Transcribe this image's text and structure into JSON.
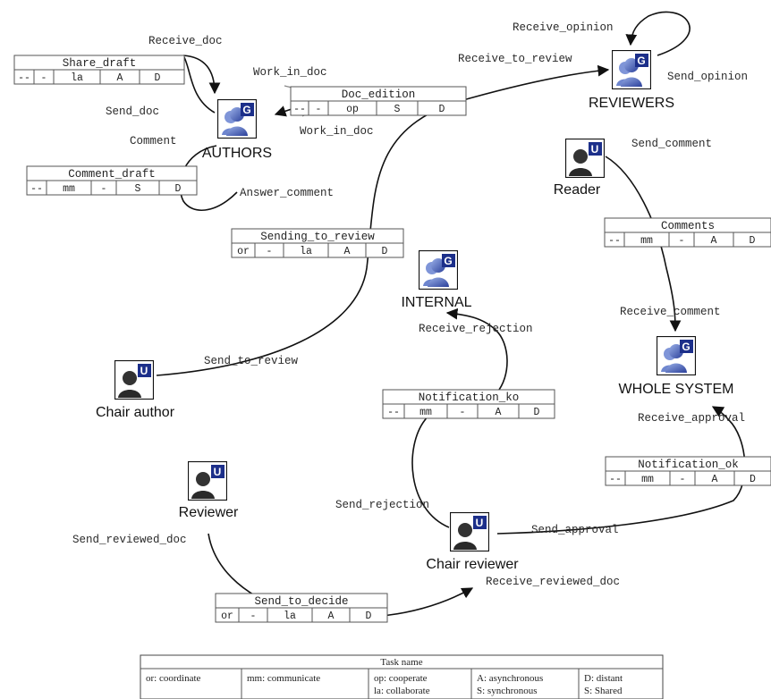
{
  "actors": {
    "authors": "AUTHORS",
    "reviewers": "REVIEWERS",
    "reader": "Reader",
    "internal": "INTERNAL",
    "whole_system": "WHOLE SYSTEM",
    "chair_author": "Chair author",
    "reviewer": "Reviewer",
    "chair_reviewer": "Chair reviewer"
  },
  "icon_letters": {
    "group": "G",
    "user": "U"
  },
  "tasks": [
    {
      "key": "share_draft",
      "name": "Share_draft",
      "cells": [
        "--",
        "-",
        "la",
        "A",
        "D"
      ]
    },
    {
      "key": "doc_edition",
      "name": "Doc_edition",
      "cells": [
        "--",
        "-",
        "op",
        "S",
        "D"
      ]
    },
    {
      "key": "comment_draft",
      "name": "Comment_draft",
      "cells": [
        "--",
        "mm",
        "-",
        "S",
        "D"
      ]
    },
    {
      "key": "sending_to_review",
      "name": "Sending_to_review",
      "cells": [
        "or",
        "-",
        "la",
        "A",
        "D"
      ]
    },
    {
      "key": "comments",
      "name": "Comments",
      "cells": [
        "--",
        "mm",
        "-",
        "A",
        "D"
      ]
    },
    {
      "key": "notification_ko",
      "name": "Notification_ko",
      "cells": [
        "--",
        "mm",
        "-",
        "A",
        "D"
      ]
    },
    {
      "key": "notification_ok",
      "name": "Notification_ok",
      "cells": [
        "--",
        "mm",
        "-",
        "A",
        "D"
      ]
    },
    {
      "key": "send_to_decide",
      "name": "Send_to_decide",
      "cells": [
        "or",
        "-",
        "la",
        "A",
        "D"
      ]
    }
  ],
  "labels": {
    "receive_doc": "Receive_doc",
    "send_doc": "Send_doc",
    "work_in_doc_top": "Work_in_doc",
    "work_in_doc_bottom": "Work_in_doc",
    "comment": "Comment",
    "answer_comment": "Answer_comment",
    "receive_opinion": "Receive_opinion",
    "send_opinion": "Send_opinion",
    "receive_to_review": "Receive_to_review",
    "send_comment": "Send_comment",
    "receive_comment": "Receive_comment",
    "receive_rejection": "Receive_rejection",
    "send_to_review": "Send_to_review",
    "receive_approval": "Receive_approval",
    "send_rejection": "Send_rejection",
    "send_approval": "Send_approval",
    "send_reviewed_doc": "Send_reviewed_doc",
    "receive_reviewed_doc": "Receive_reviewed_doc"
  },
  "legend": {
    "title": "Task name",
    "col1": [
      "or: coordinate"
    ],
    "col2": [
      "mm: communicate"
    ],
    "col3": [
      "op: cooperate",
      "la: collaborate"
    ],
    "col4": [
      "A: asynchronous",
      "S: synchronous"
    ],
    "col5": [
      "D: distant",
      "S: Shared"
    ]
  }
}
